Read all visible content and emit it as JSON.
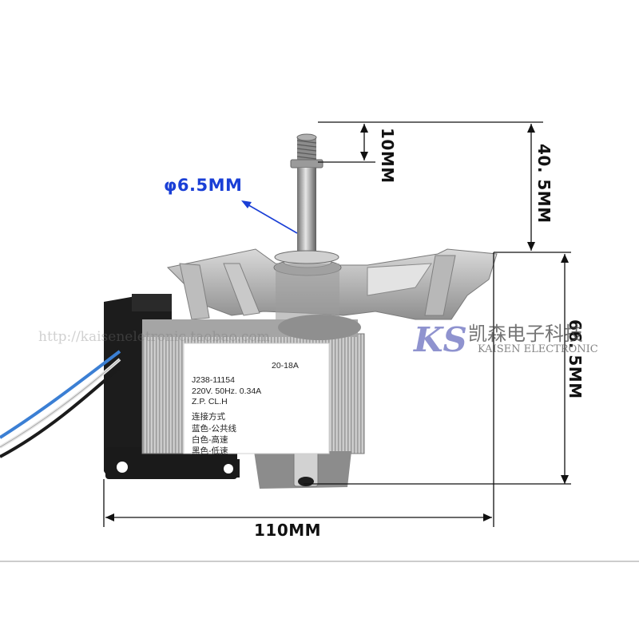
{
  "dimensions": {
    "shaft_diameter": "φ6.5MM",
    "shaft_thread": "10MM",
    "shaft_length": "40. 5MM",
    "height": "66. 5MM",
    "width": "110MM"
  },
  "nameplate": {
    "code": "20-18A",
    "model": "J238-11154",
    "rating": "220V.  50Hz.  0.34A",
    "class": "Z.P.  CL.H",
    "wiring_title": "连接方式",
    "wire_blue": "蓝色-公共线",
    "wire_white": "白色-高速",
    "wire_black": "黑色-低速"
  },
  "watermark": {
    "url": "http://kaiseneletronic.taobao.com",
    "logo": "KS",
    "brand_cn": "凯森电子科技",
    "brand_en": "KAISEN ELECTRONIC"
  },
  "colors": {
    "dimension_blue": "#1a3fd6",
    "wire_blue": "#3b7fd4"
  }
}
